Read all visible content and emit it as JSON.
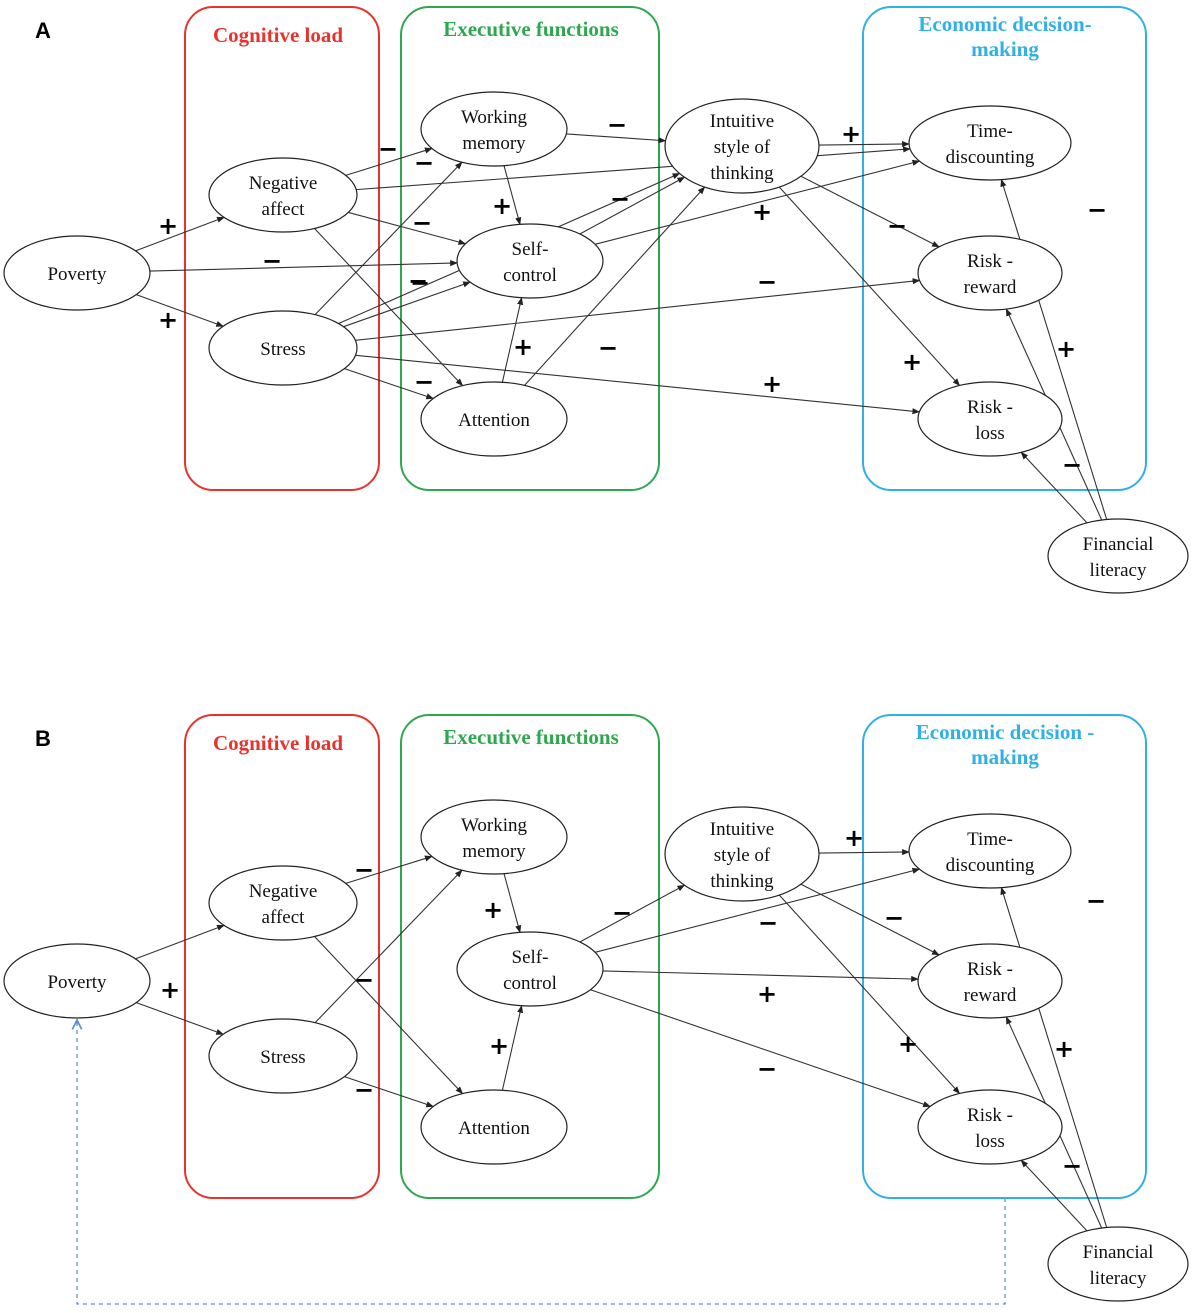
{
  "panels": [
    {
      "label": "A",
      "groups": {
        "cognitive": [
          "Cognitive load"
        ],
        "executive": [
          "Executive functions"
        ],
        "economic": [
          "Economic decision-",
          "making"
        ]
      },
      "colors": {
        "cognitive": "#e8332c",
        "executive": "#2ea84f",
        "economic": "#2fb0e6"
      },
      "nodes": {
        "poverty": [
          "Poverty"
        ],
        "neg": [
          "Negative",
          "affect"
        ],
        "stress": [
          "Stress"
        ],
        "wm": [
          "Working",
          "memory"
        ],
        "sc": [
          "Self-",
          "control"
        ],
        "att": [
          "Attention"
        ],
        "intuit": [
          "Intuitive",
          "style of",
          "thinking"
        ],
        "time": [
          "Time-",
          "discounting"
        ],
        "rr": [
          "Risk -",
          "reward"
        ],
        "rl": [
          "Risk -",
          "loss"
        ],
        "fl": [
          "Financial",
          "literacy"
        ]
      },
      "edges": [
        {
          "from": "poverty",
          "to": "neg",
          "sign": "+"
        },
        {
          "from": "poverty",
          "to": "stress",
          "sign": "+"
        },
        {
          "from": "poverty",
          "to": "sc",
          "sign": "−"
        },
        {
          "from": "neg",
          "to": "wm",
          "sign": "−"
        },
        {
          "from": "neg",
          "to": "sc",
          "sign": "−"
        },
        {
          "from": "neg",
          "to": "att",
          "sign": "−"
        },
        {
          "from": "neg",
          "to": "time",
          "sign": ""
        },
        {
          "from": "stress",
          "to": "wm",
          "sign": "−"
        },
        {
          "from": "stress",
          "to": "sc",
          "sign": "−"
        },
        {
          "from": "stress",
          "to": "att",
          "sign": "−"
        },
        {
          "from": "stress",
          "to": "intuit",
          "sign": ""
        },
        {
          "from": "stress",
          "to": "rr",
          "sign": "−"
        },
        {
          "from": "stress",
          "to": "rl",
          "sign": "+"
        },
        {
          "from": "wm",
          "to": "sc",
          "sign": "+"
        },
        {
          "from": "wm",
          "to": "intuit",
          "sign": "−"
        },
        {
          "from": "att",
          "to": "sc",
          "sign": "+"
        },
        {
          "from": "att",
          "to": "intuit",
          "sign": "−"
        },
        {
          "from": "sc",
          "to": "intuit",
          "sign": "−"
        },
        {
          "from": "sc",
          "to": "time",
          "sign": "+"
        },
        {
          "from": "intuit",
          "to": "time",
          "sign": "+"
        },
        {
          "from": "intuit",
          "to": "rr",
          "sign": "−"
        },
        {
          "from": "intuit",
          "to": "rl",
          "sign": "+"
        },
        {
          "from": "fl",
          "to": "time",
          "sign": "−"
        },
        {
          "from": "fl",
          "to": "rr",
          "sign": "+"
        },
        {
          "from": "fl",
          "to": "rl",
          "sign": "−"
        }
      ]
    },
    {
      "label": "B",
      "groups": {
        "cognitive": [
          "Cognitive load"
        ],
        "executive": [
          "Executive functions"
        ],
        "economic": [
          "Economic decision -",
          "making"
        ]
      },
      "colors": {
        "cognitive": "#e8332c",
        "executive": "#2ea84f",
        "economic": "#2fb0e6",
        "feedback": "#5b8fd6"
      },
      "nodes": {
        "poverty": [
          "Poverty"
        ],
        "neg": [
          "Negative",
          "affect"
        ],
        "stress": [
          "Stress"
        ],
        "wm": [
          "Working",
          "memory"
        ],
        "sc": [
          "Self-",
          "control"
        ],
        "att": [
          "Attention"
        ],
        "intuit": [
          "Intuitive",
          "style of",
          "thinking"
        ],
        "time": [
          "Time-",
          "discounting"
        ],
        "rr": [
          "Risk -",
          "reward"
        ],
        "rl": [
          "Risk -",
          "loss"
        ],
        "fl": [
          "Financial",
          "literacy"
        ]
      },
      "edges": [
        {
          "from": "poverty",
          "to": "neg",
          "sign": "+"
        },
        {
          "from": "poverty",
          "to": "stress",
          "sign": ""
        },
        {
          "from": "neg",
          "to": "wm",
          "sign": "−"
        },
        {
          "from": "neg",
          "to": "att",
          "sign": "−"
        },
        {
          "from": "stress",
          "to": "wm",
          "sign": ""
        },
        {
          "from": "stress",
          "to": "att",
          "sign": "−"
        },
        {
          "from": "wm",
          "to": "sc",
          "sign": "+"
        },
        {
          "from": "att",
          "to": "sc",
          "sign": "+"
        },
        {
          "from": "sc",
          "to": "intuit",
          "sign": "−"
        },
        {
          "from": "sc",
          "to": "time",
          "sign": "−"
        },
        {
          "from": "sc",
          "to": "rr",
          "sign": "+"
        },
        {
          "from": "sc",
          "to": "rl",
          "sign": "−"
        },
        {
          "from": "intuit",
          "to": "time",
          "sign": "+"
        },
        {
          "from": "intuit",
          "to": "rr",
          "sign": "−"
        },
        {
          "from": "intuit",
          "to": "rl",
          "sign": "+"
        },
        {
          "from": "fl",
          "to": "time",
          "sign": "−"
        },
        {
          "from": "fl",
          "to": "rr",
          "sign": "+"
        },
        {
          "from": "fl",
          "to": "rl",
          "sign": "−"
        }
      ],
      "feedback": {
        "from": "economic-group",
        "to": "poverty",
        "style": "dashed"
      }
    }
  ]
}
